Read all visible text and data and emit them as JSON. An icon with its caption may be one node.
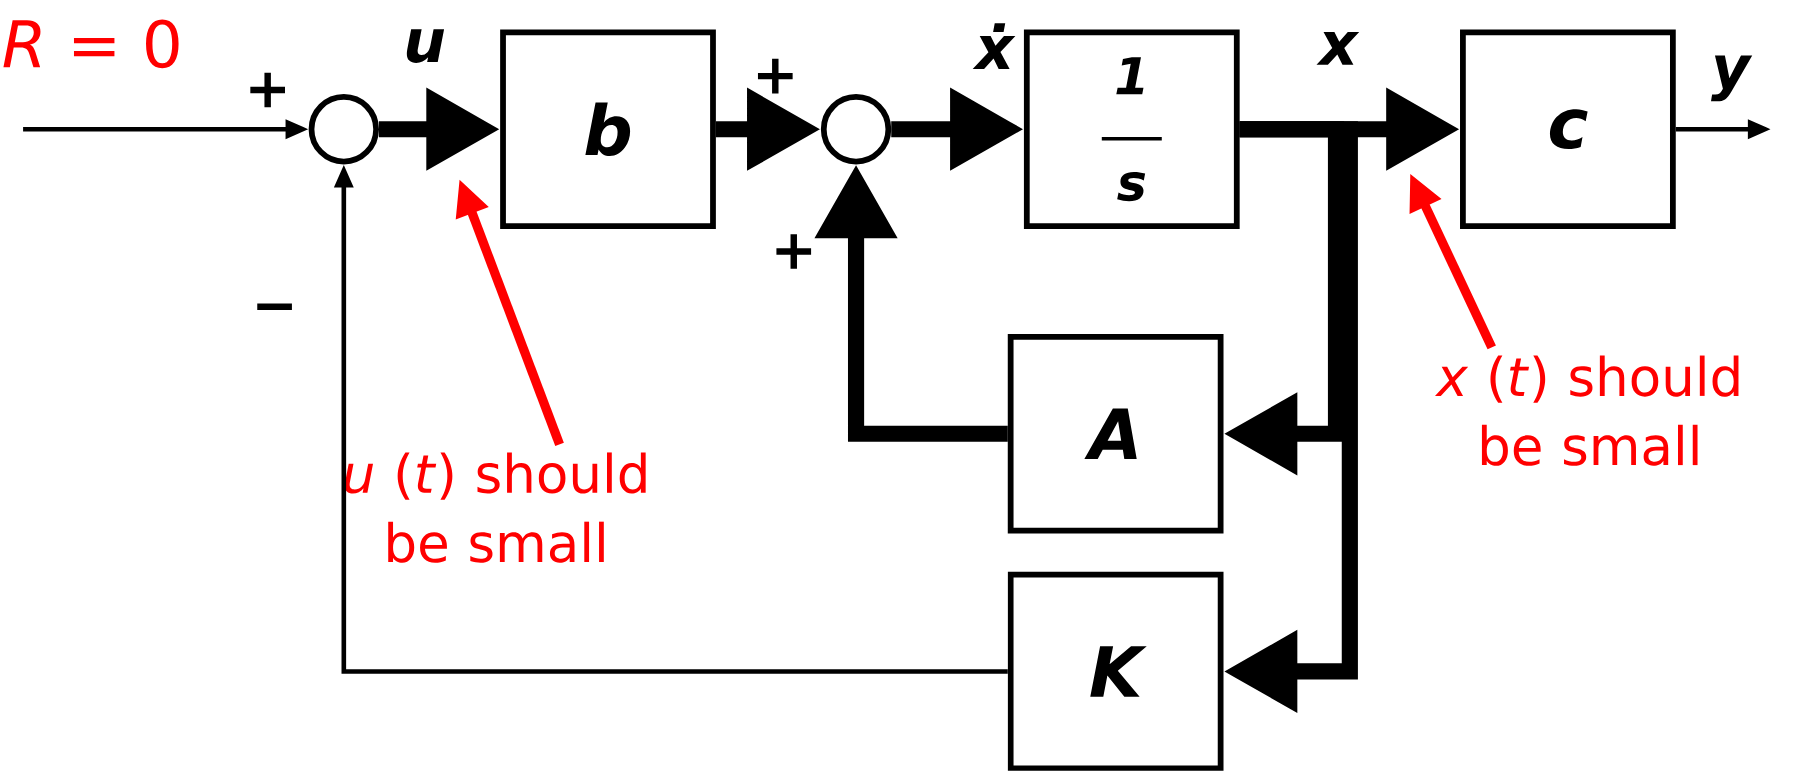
{
  "diagram": {
    "nodes": [
      {
        "text": [],
        "shape": "circle"
      },
      {
        "text": [
          "b"
        ]
      },
      {
        "text": [],
        "shape": "circle"
      },
      {
        "text": [
          "1",
          "s"
        ]
      },
      {
        "text": [
          "c"
        ]
      },
      {
        "text": [
          "A"
        ]
      },
      {
        "text": [
          "K"
        ]
      },
      {
        "text": [
          "*u* (*t*) should be small"
        ]
      },
      {
        "text": [
          "*x* (*t*) should be small"
        ]
      }
    ],
    "edges": [
      {
        "from": null,
        "to": 0,
        "arrow": "to"
      },
      {
        "from": 0,
        "to": 1,
        "arrow": "to",
        "label": "u"
      },
      {
        "from": 1,
        "to": 2,
        "arrow": "to"
      },
      {
        "from": 2,
        "to": 3,
        "arrow": "to",
        "label": "ẋ"
      },
      {
        "from": 3,
        "to": 4,
        "arrow": "to",
        "label": "x"
      },
      {
        "from": 3,
        "to": 5,
        "arrow": "to"
      },
      {
        "from": 3,
        "to": 6,
        "arrow": "to"
      },
      {
        "from": 5,
        "to": 2,
        "arrow": "to"
      },
      {
        "from": 6,
        "to": 0,
        "arrow": "to"
      },
      {
        "from": 4,
        "to": null,
        "arrow": "to",
        "label": "y"
      },
      {
        "from": 7,
        "to": null,
        "arrow": "to",
        "color": "#ff0000"
      },
      {
        "from": 8,
        "to": null,
        "arrow": "to",
        "color": "#ff0000"
      }
    ],
    "labels": [
      "*R* = 0",
      "+",
      "−",
      "+",
      "+"
    ]
  }
}
